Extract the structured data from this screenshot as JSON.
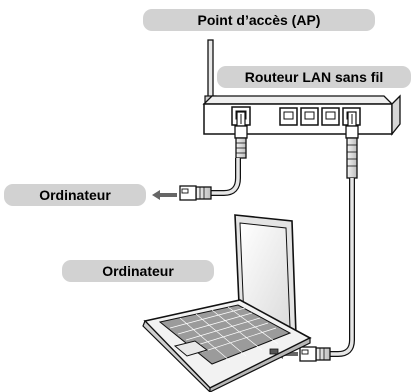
{
  "labels": {
    "access_point": "Point d’accès (AP)",
    "router": "Routeur LAN sans fil",
    "computer_desktop": "Ordinateur",
    "computer_laptop": "Ordinateur"
  }
}
